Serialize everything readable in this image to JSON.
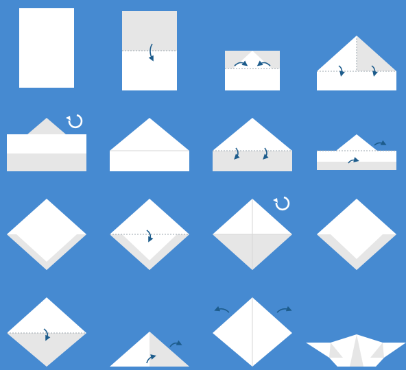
{
  "diagram": {
    "kind": "origami paper boat folding instructions",
    "step_count": 16,
    "colors": {
      "background": "#468ad1",
      "paper": "#ffffff",
      "paper_shade": "#e6e6e6",
      "paper_shade_dark": "#d6d6d6",
      "fold_line": "#9aa4ad",
      "arrow": "#1d5c8c"
    },
    "icons": {
      "fold_arrow": "curved-fold-arrow",
      "turn_over": "rotate-arrow-icon"
    },
    "steps": [
      {
        "name": "step-1-blank-sheet"
      },
      {
        "name": "step-2-fold-top-down"
      },
      {
        "name": "step-3-fold-corners-in"
      },
      {
        "name": "step-4-triangle-with-band"
      },
      {
        "name": "step-5-turn-over"
      },
      {
        "name": "step-6-hat-shape"
      },
      {
        "name": "step-7-fold-band-up"
      },
      {
        "name": "step-8-fold-back-band"
      },
      {
        "name": "step-9-open-into-square"
      },
      {
        "name": "step-10-fold-bottom-up"
      },
      {
        "name": "step-11-turn-over-square"
      },
      {
        "name": "step-12-fold-other-side"
      },
      {
        "name": "step-13-open-diamond"
      },
      {
        "name": "step-14-small-triangle"
      },
      {
        "name": "step-15-pull-sides-out"
      },
      {
        "name": "step-16-finished-boat"
      }
    ]
  }
}
